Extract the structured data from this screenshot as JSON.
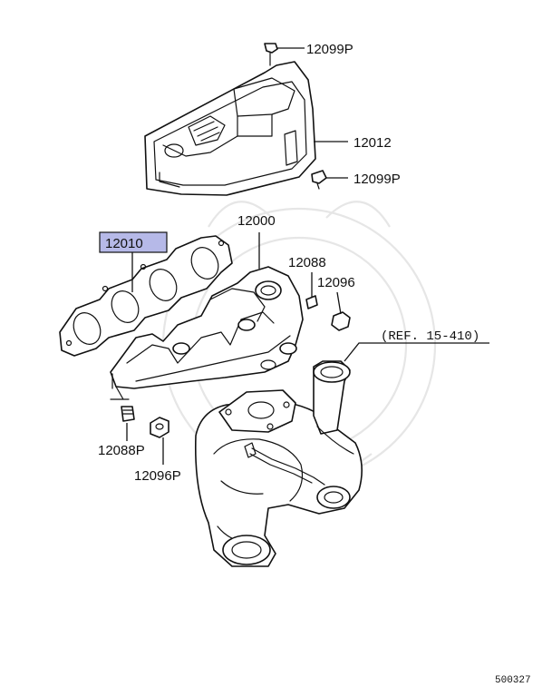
{
  "diagram": {
    "callouts": {
      "bolt_top": "12099P",
      "heat_shield": "12012",
      "bolt_right": "12099P",
      "manifold": "12000",
      "gasket": "12010",
      "stud_upper": "12088",
      "nut_upper": "12096",
      "reference": "(REF. 15-410)",
      "stud_lower": "12088P",
      "nut_lower": "12096P"
    },
    "footer_code": "500327",
    "highlight_color": "#b6b9e8",
    "line_color": "#111111"
  }
}
